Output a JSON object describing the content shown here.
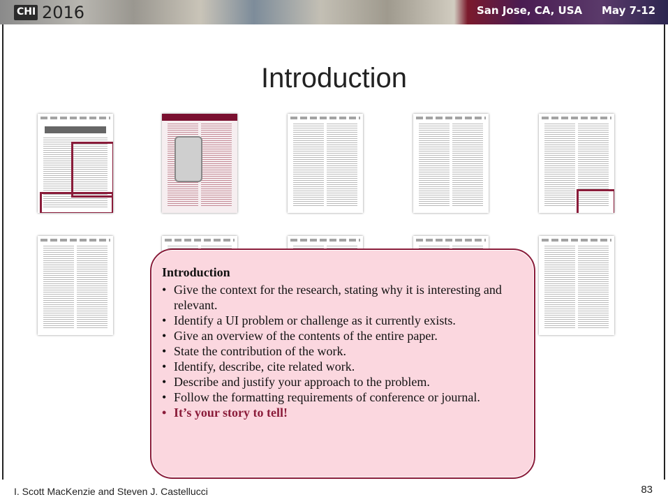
{
  "banner": {
    "logo_text": "CHI",
    "year": "2016",
    "location": "San Jose, CA, USA",
    "dates": "May 7-12"
  },
  "slide": {
    "title": "Introduction",
    "callout": {
      "heading": "Introduction",
      "bullet_char": "•",
      "items": [
        "Give the context for the research, stating why it is interesting and relevant.",
        "Identify a UI problem or challenge as it currently exists.",
        "Give an overview of the contents of the entire paper.",
        "State the contribution of the work.",
        "Identify, describe, cite related work.",
        "Describe and justify your approach to the problem.",
        "Follow the formatting requirements of conference or journal.",
        "It’s your story to tell!"
      ]
    }
  },
  "footer": {
    "authors": "I. Scott MacKenzie and Steven J. Castellucci",
    "page_number": "83"
  },
  "colors": {
    "accent": "#8a1c3a",
    "callout_fill": "#fbd7df"
  }
}
